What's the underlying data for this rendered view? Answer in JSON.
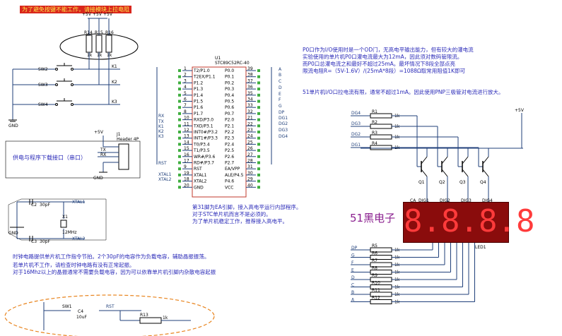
{
  "banner": "为了避免按键不能工作，请接模块上拉电阻",
  "power": {
    "vcc": "+5V",
    "gnd": "GND"
  },
  "resistors_pullup": [
    "R14",
    "R15",
    "R16"
  ],
  "pullup_value": "1k",
  "switches": [
    {
      "name": "SW2",
      "net": "K1"
    },
    {
      "name": "SW3",
      "net": "K2"
    },
    {
      "name": "SW4",
      "net": "K3"
    }
  ],
  "header": {
    "ref": "J1",
    "name": "Header 4P",
    "pins": [
      "TX",
      "RX"
    ],
    "note": "供电与程序下载接口（串口）"
  },
  "mcu": {
    "ref": "U1",
    "part": "STC89C52RC-40",
    "left_pins": [
      {
        "num": "1",
        "name": "T2/P1.0"
      },
      {
        "num": "2",
        "name": "T2EX/P1.1"
      },
      {
        "num": "3",
        "name": "P1.2"
      },
      {
        "num": "4",
        "name": "P1.3"
      },
      {
        "num": "5",
        "name": "P1.4"
      },
      {
        "num": "6",
        "name": "P1.5"
      },
      {
        "num": "7",
        "name": "P1.6"
      },
      {
        "num": "8",
        "name": "P1.7"
      },
      {
        "num": "10",
        "name": "RXD/P3.0"
      },
      {
        "num": "11",
        "name": "TXD/P3.1"
      },
      {
        "num": "12",
        "name": "INT0#/P3.2"
      },
      {
        "num": "13",
        "name": "INT1#/P3.3"
      },
      {
        "num": "14",
        "name": "T0/P3.4"
      },
      {
        "num": "15",
        "name": "T1/P3.5"
      },
      {
        "num": "16",
        "name": "WR#/P3.6"
      },
      {
        "num": "17",
        "name": "RD#/P3.7"
      },
      {
        "num": "9",
        "name": "RST"
      },
      {
        "num": "19",
        "name": "XTAL1"
      },
      {
        "num": "18",
        "name": "XTAL2"
      },
      {
        "num": "20",
        "name": "GND"
      }
    ],
    "right_pins": [
      {
        "num": "39",
        "name": "P0.0"
      },
      {
        "num": "38",
        "name": "P0.1"
      },
      {
        "num": "37",
        "name": "P0.2"
      },
      {
        "num": "36",
        "name": "P0.3"
      },
      {
        "num": "35",
        "name": "P0.4"
      },
      {
        "num": "34",
        "name": "P0.5"
      },
      {
        "num": "33",
        "name": "P0.6"
      },
      {
        "num": "32",
        "name": "P0.7"
      },
      {
        "num": "21",
        "name": "P2.0"
      },
      {
        "num": "22",
        "name": "P2.1"
      },
      {
        "num": "23",
        "name": "P2.2"
      },
      {
        "num": "24",
        "name": "P2.3"
      },
      {
        "num": "25",
        "name": "P2.4"
      },
      {
        "num": "26",
        "name": "P2.5"
      },
      {
        "num": "27",
        "name": "P2.6"
      },
      {
        "num": "28",
        "name": "P2.7"
      },
      {
        "num": "31",
        "name": "EA/VPP"
      },
      {
        "num": "30",
        "name": "ALE/P4.5"
      },
      {
        "num": "29",
        "name": "P4.6"
      },
      {
        "num": "40",
        "name": "VCC"
      }
    ],
    "left_nets": [
      "RX",
      "TX",
      "K1",
      "K2",
      "K3",
      "RST",
      "XTAL1",
      "XTAL2"
    ],
    "right_nets": [
      "A",
      "B",
      "C",
      "D",
      "E",
      "F",
      "G",
      "DP",
      "DG1",
      "DG2",
      "DG3",
      "DG4"
    ]
  },
  "ea_note": [
    "第31脚为EA引脚，接入高电平运行内部程序。",
    "对于STC单片机而言不是必须的。",
    "为了单片机稳定工作，推荐接入高电平。"
  ],
  "crystal": {
    "c_top": "C2",
    "c_bottom": "C3",
    "cap": "30pF",
    "xtal": "X1",
    "freq": "12MHz",
    "net1": "XTAL1",
    "net2": "XTAL2"
  },
  "clock_note": [
    "时钟电路提供单片机工作指令节拍。2个30pF的电容作为负载电容，辅助晶振振荡。",
    "若单片机不工作，请检查时钟电路有没有正常起振。",
    "对于16Mhz以上的晶振通常不需要负载电容，因为可以依靠单片机引脚内杂散电容起振"
  ],
  "reset": {
    "sw": "SW1",
    "cap": "C4",
    "cap_val": "10uF",
    "net": "RST",
    "res": "R13",
    "res_val": "1k"
  },
  "p0_note": [
    "P0口作为I/O使用时是一个OD门，无高电平输出能力，但有较大的灌电流",
    "实验使用的单片机P0口灌电流最大为12mA，因此须对数码管限流。",
    "而P0口总灌电流之和最好不超过25mA。最坏情况下8段全部点亮",
    "限流电阻R=（5V-1.6V）/(25mA*8段）=1088Ω取常用阻值1K即可"
  ],
  "p1_note": "51单片机I/O口拉电流有限，通常不超过1mA。因此使用PNP三极管对电流进行放大。",
  "digit_drivers": [
    {
      "net": "DG4",
      "res": "R1",
      "q": "Q1"
    },
    {
      "net": "DG3",
      "res": "R2",
      "q": "Q2"
    },
    {
      "net": "DG2",
      "res": "R3",
      "q": "Q3"
    },
    {
      "net": "DG1",
      "res": "R4",
      "q": "Q4"
    }
  ],
  "display": {
    "ref": "LED1",
    "labels": [
      "CA",
      "DIG1",
      "DIG2",
      "DIG3",
      "DIG4"
    ],
    "digits": "8.8.8.8",
    "seg_pins": "DP G F E D C B A"
  },
  "brand": "51黑电子",
  "segment_nets": [
    {
      "net": "DP",
      "res": "R5"
    },
    {
      "net": "G",
      "res": "R6"
    },
    {
      "net": "F",
      "res": "R7"
    },
    {
      "net": "E",
      "res": "R8"
    },
    {
      "net": "D",
      "res": "R9"
    },
    {
      "net": "C",
      "res": "R10"
    },
    {
      "net": "B",
      "res": "R11"
    },
    {
      "net": "A",
      "res": "R12"
    }
  ],
  "seg_res": "1k"
}
